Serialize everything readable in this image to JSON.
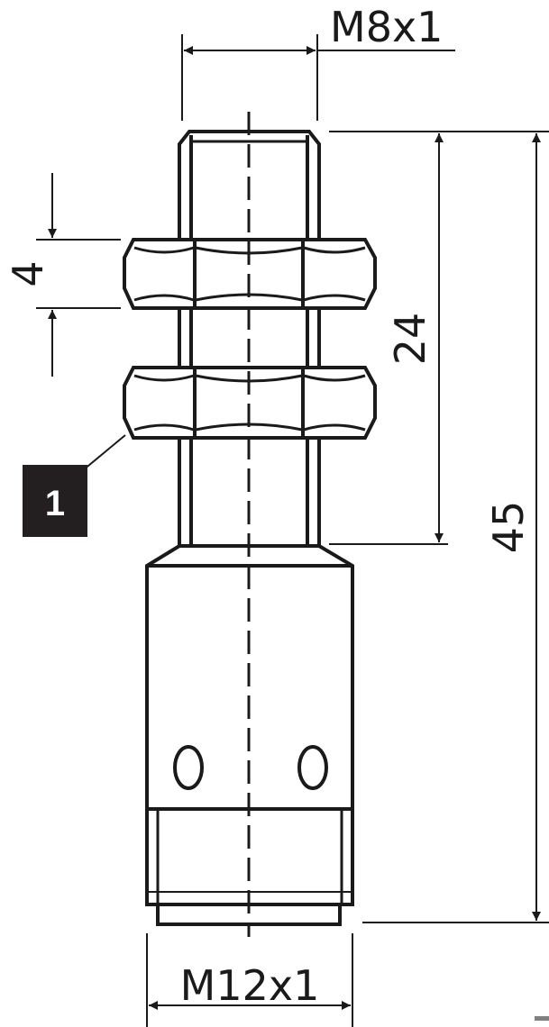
{
  "dimensions": {
    "thread_top": "M8x1",
    "thread_bottom": "M12x1",
    "nut_height": "4",
    "thread_length": "24",
    "overall_length": "45"
  },
  "callouts": [
    {
      "label": "1",
      "background": "#231f20",
      "text_color": "#ffffff"
    }
  ],
  "colors": {
    "line": "#1a1a1a",
    "background": "#ffffff"
  }
}
